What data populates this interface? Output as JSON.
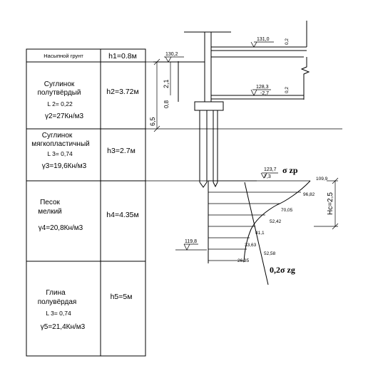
{
  "soil_table": {
    "rows": [
      {
        "name_lines": [
          "Насыпной грунт"
        ],
        "thickness": "h1=0.8м"
      },
      {
        "name_lines": [
          "Суглинок",
          "полутвёрдый",
          "L 2= 0,22",
          "γ2=27Кн/м3"
        ],
        "thickness": "h2=3.72м"
      },
      {
        "name_lines": [
          "Суглинок",
          "мягкопластичный",
          "L 3= 0,74",
          "γ3=19,6Кн/м3"
        ],
        "thickness": "h3=2.7м"
      },
      {
        "name_lines": [
          "Песок",
          "мелкий",
          "γ4=20,8Кн/м3"
        ],
        "thickness": "h4=4.35м"
      },
      {
        "name_lines": [
          "Глина",
          "полувёрдая",
          "L 3= 0,74",
          "γ5=21,4Кн/м3"
        ],
        "thickness": "h5=5м"
      }
    ]
  },
  "elevations": {
    "top_floor": "131,0",
    "ground": "130,2",
    "basement_floor": "128,3",
    "basement_depth": "-2,7",
    "pile_tip": "123,7",
    "pile_tip_sub": "7,3",
    "compression_bottom": "119,8"
  },
  "dimensions": {
    "wall_a": "0,2",
    "wall_b": "0,2",
    "dim_21": "2,1",
    "dim_65": "6,5",
    "dim_small": "0,8",
    "hc": "Hc=2,5"
  },
  "labels": {
    "sigma_zp": "σ zp",
    "sigma_zg": "0,2σ zg"
  },
  "stress": {
    "zp_values": [
      "109,9",
      "96,82",
      "70,05",
      "52,42",
      "41,1",
      "33,63",
      "26,35"
    ],
    "zg_value": "52,58"
  }
}
